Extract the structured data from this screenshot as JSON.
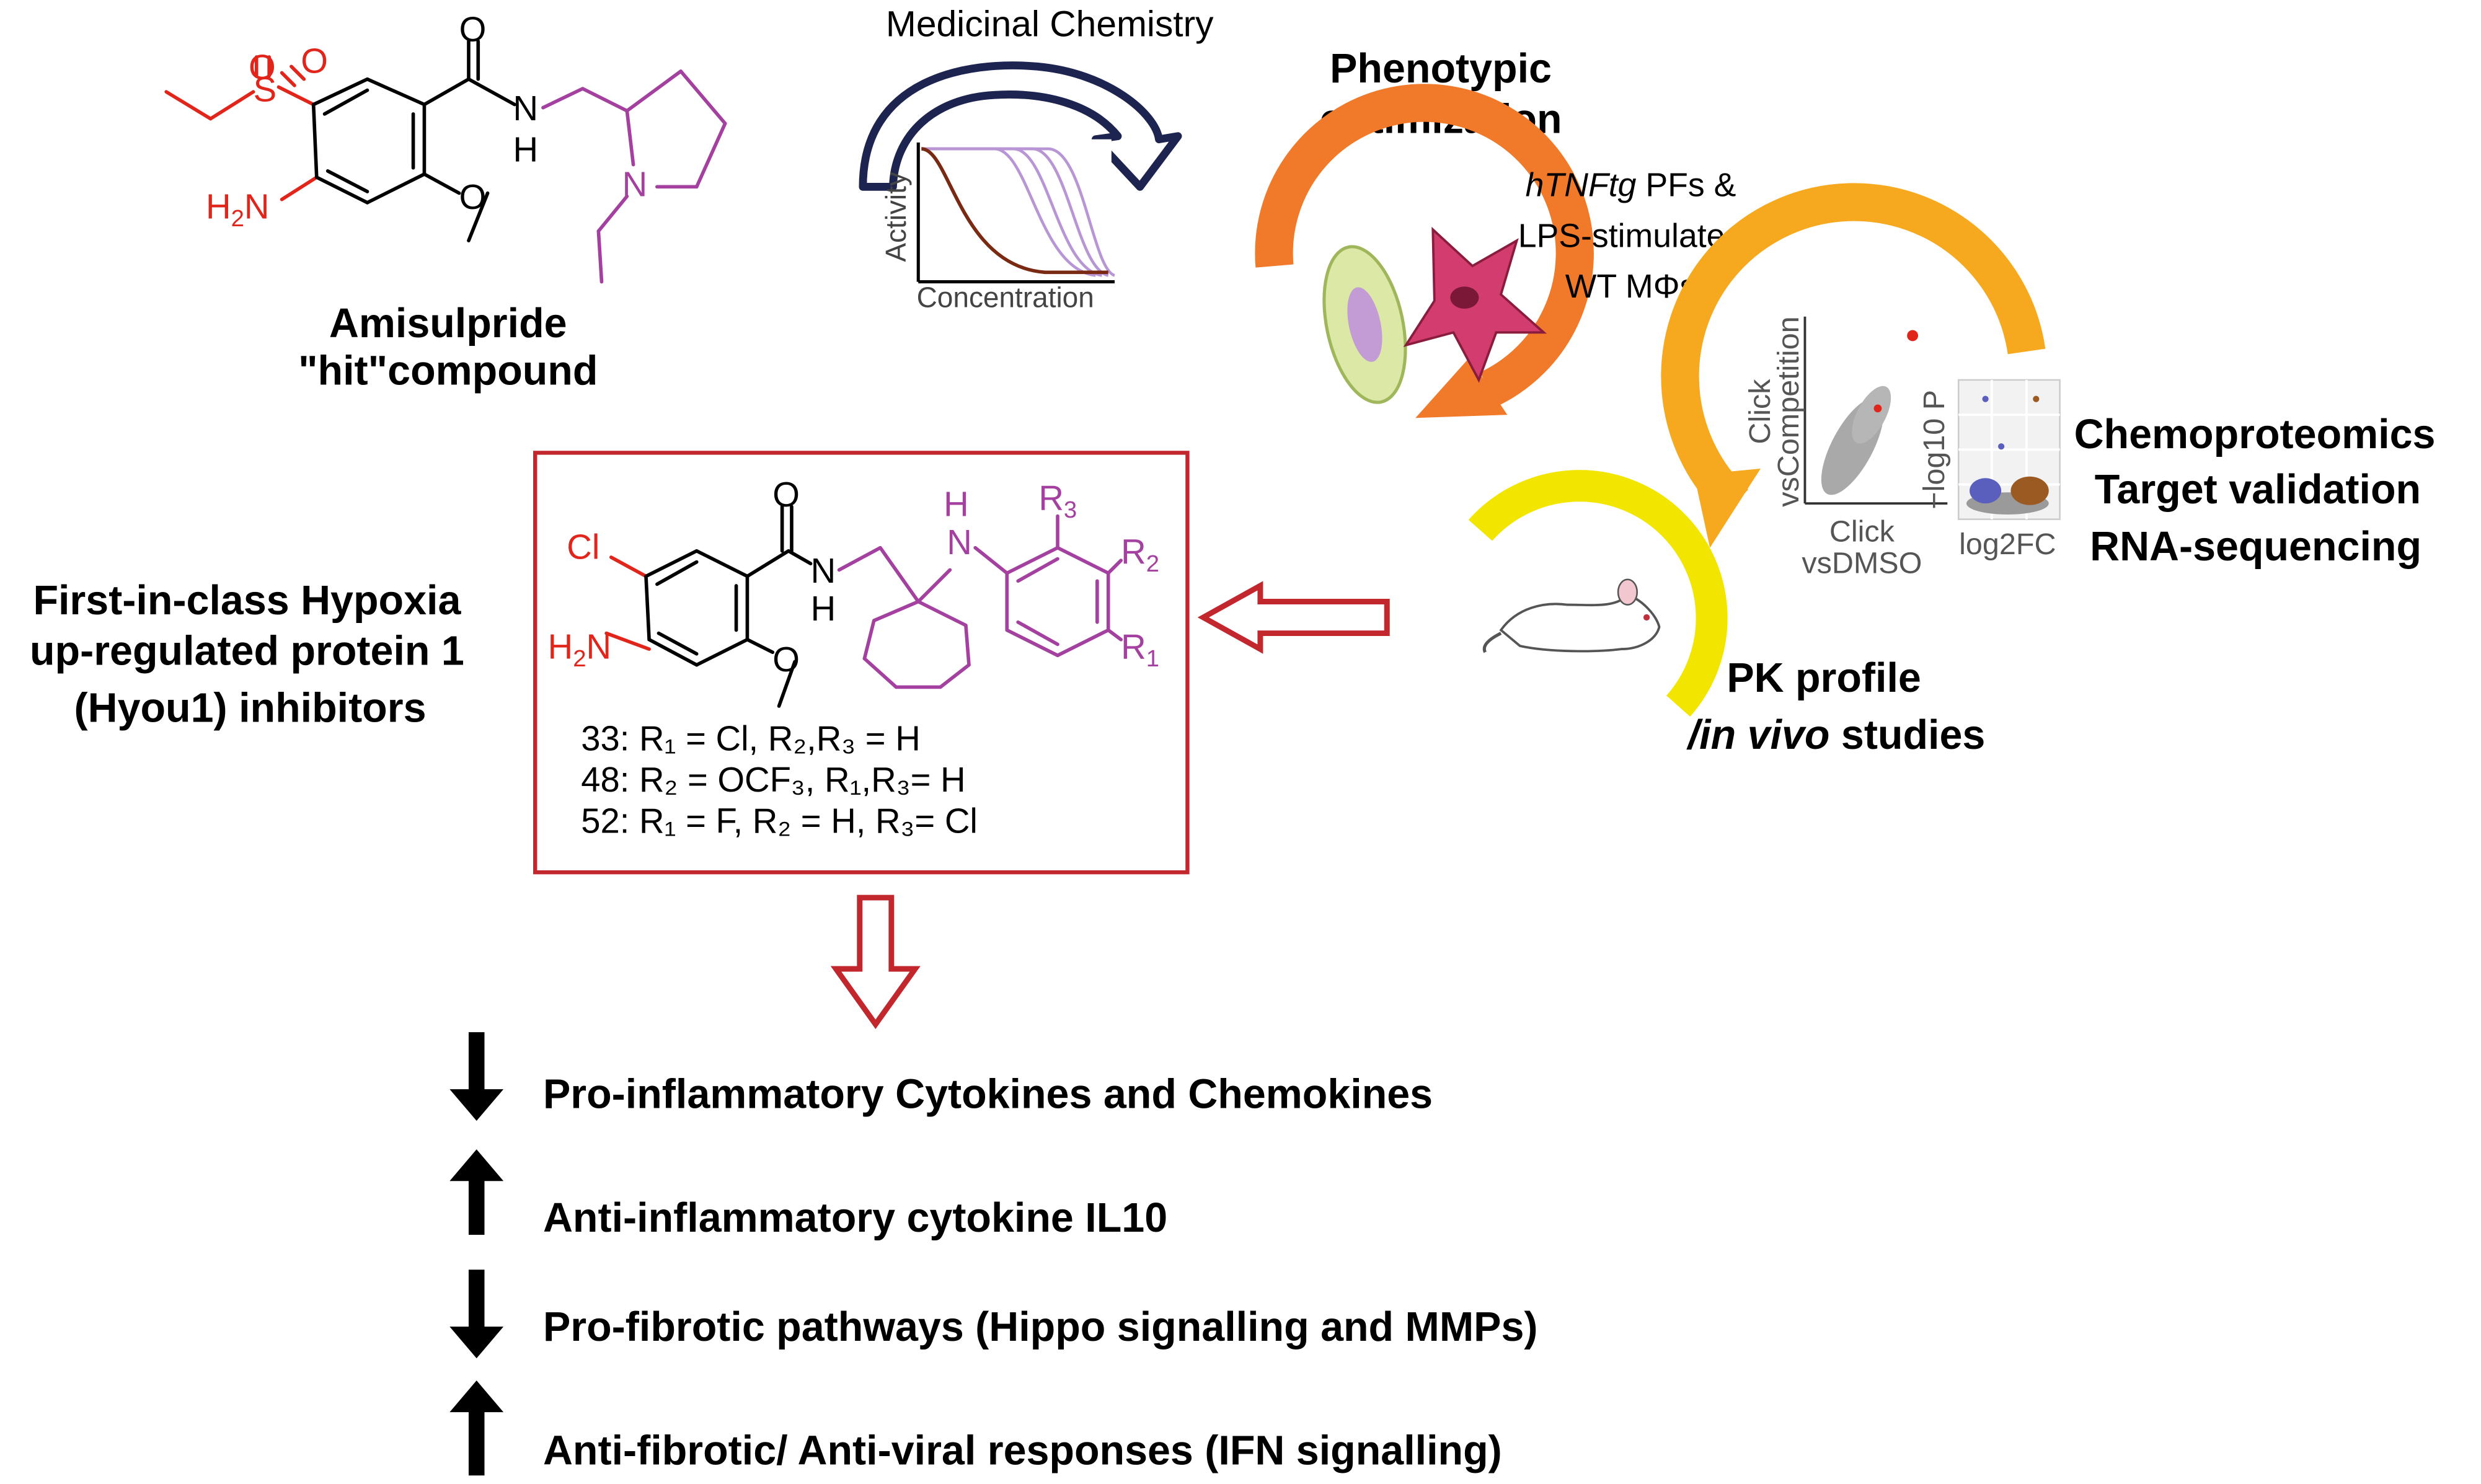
{
  "colors": {
    "hit_red": "#e1251b",
    "hit_magenta": "#a4409f",
    "box_border": "#c1272d",
    "dark_arrow": "#1e2450",
    "phenotypic_arrow": "#f07a2a",
    "chemoproteomics_arrow": "#f6a91e",
    "pk_ring": "#f2e600"
  },
  "hit_compound": {
    "name": "Amisulpride",
    "subtitle": "\"hit\"compound",
    "atoms": {
      "o1": "O",
      "s": "S",
      "o2": "O",
      "o_amide": "O",
      "n_amide": "N",
      "h_amide": "H",
      "n_ring": "N",
      "nh2_h": "H",
      "nh2_sub": "2",
      "nh2_n": "N",
      "o_methoxy": "O"
    }
  },
  "medicinal_chemistry": {
    "title": "Medicinal Chemistry",
    "ylabel": "Activity",
    "xlabel": "Concentration"
  },
  "phenotypic": {
    "title_line1": "Phenotypic",
    "title_line2": "optimization",
    "cells_italic": "hTNFtg",
    "cells_line1_rest": " PFs &",
    "cells_line2": "LPS-stimulated",
    "cells_line3": "WT MΦs"
  },
  "chemoproteomics": {
    "scatter_ylabel_line1": "Click",
    "scatter_ylabel_line2": "vsCompetition",
    "scatter_xlabel_line1": "Click",
    "scatter_xlabel_line2": "vsDMSO",
    "volcano_ylabel": "−log10 P",
    "volcano_xlabel": "log2FC",
    "label_line1": "Chemoproteomics",
    "label_line2": "Target validation",
    "label_line3": "RNA-sequencing"
  },
  "pk": {
    "line1": "PK profile",
    "line2_italic": "/in vivo",
    "line2_rest": " studies"
  },
  "inhibitors": {
    "label_line1": "First-in-class Hypoxia",
    "label_line2": "up-regulated protein 1",
    "label_line3": "(Hyou1) inhibitors",
    "atoms": {
      "cl": "Cl",
      "nh2_h": "H",
      "nh2_sub": "2",
      "nh2_n": "N",
      "o_amide": "O",
      "n_amide": "N",
      "h_amide": "H",
      "o_methoxy": "O",
      "h_amine": "H",
      "n_amine": "N",
      "r_letter": "R",
      "r3_sub": "3",
      "r2_sub": "2",
      "r1_sub": "1"
    },
    "compounds": [
      {
        "id": "33",
        "text": "33: R₁ = Cl, R₂,R₃ = H"
      },
      {
        "id": "48",
        "text": "48: R₂ = OCF₃, R₁,R₃= H"
      },
      {
        "id": "52",
        "text": "52: R₁ = F, R₂ = H, R₃= Cl"
      }
    ]
  },
  "effects": [
    {
      "direction": "down",
      "text": "Pro-inflammatory Cytokines and Chemokines"
    },
    {
      "direction": "up",
      "text": "Anti-inflammatory cytokine IL10"
    },
    {
      "direction": "down",
      "text": "Pro-fibrotic pathways (Hippo signalling and MMPs)"
    },
    {
      "direction": "up",
      "text": "Anti-fibrotic/ Anti-viral responses (IFN signalling)"
    }
  ]
}
